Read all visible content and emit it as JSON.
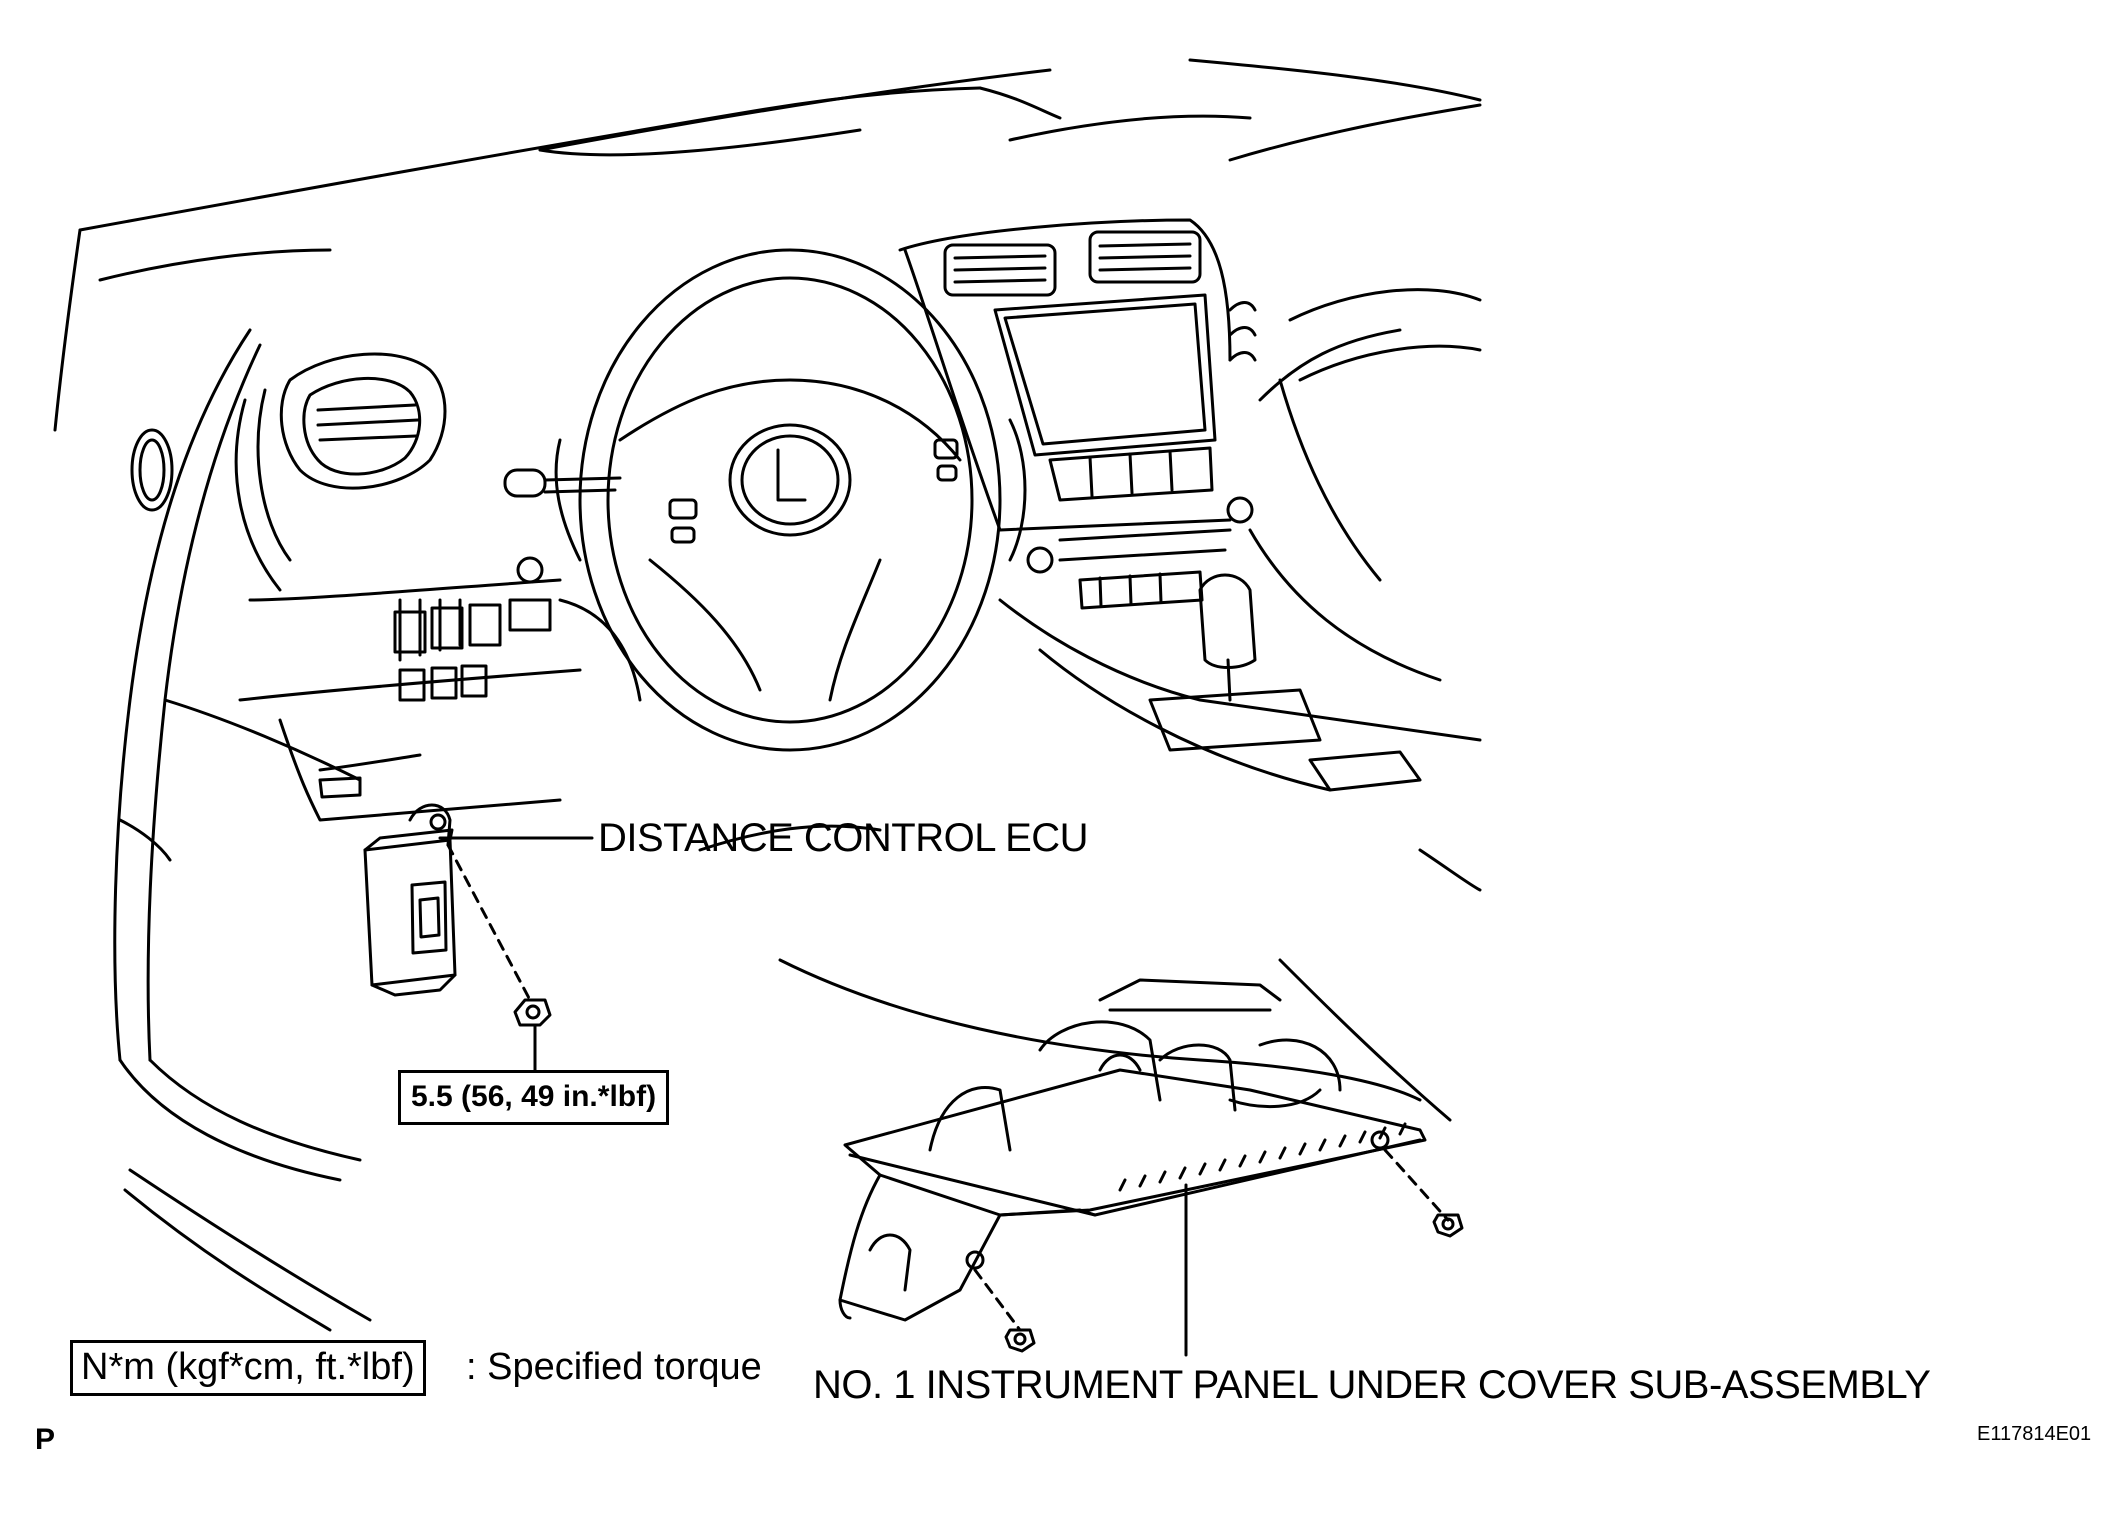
{
  "labels": {
    "ecu": "DISTANCE CONTROL ECU",
    "torque_value": "5.5 (56, 49 in.*lbf)",
    "under_cover": "NO. 1 INSTRUMENT PANEL UNDER COVER SUB-ASSEMBLY",
    "legend_unit": "N*m (kgf*cm, ft.*lbf)",
    "legend_text": ": Specified torque",
    "corner_letter": "P",
    "figure_code": "E117814E01"
  },
  "style": {
    "ink": "#000000",
    "paper": "#ffffff"
  }
}
